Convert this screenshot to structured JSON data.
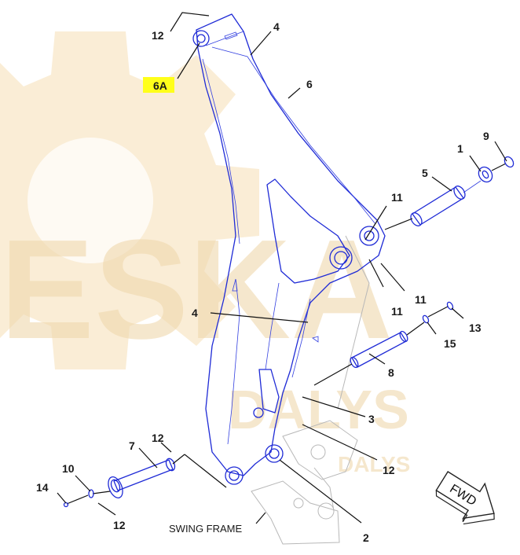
{
  "watermark": {
    "main": "ESKA",
    "sub": "DALYS",
    "sub2": "DALYS"
  },
  "callouts": [
    {
      "id": "c12a",
      "text": "12"
    },
    {
      "id": "c6a",
      "text": "6A"
    },
    {
      "id": "c4a",
      "text": "4"
    },
    {
      "id": "c6",
      "text": "6"
    },
    {
      "id": "c9",
      "text": "9"
    },
    {
      "id": "c1",
      "text": "1"
    },
    {
      "id": "c5",
      "text": "5"
    },
    {
      "id": "c11a",
      "text": "11"
    },
    {
      "id": "c11b",
      "text": "11"
    },
    {
      "id": "c11c",
      "text": "11"
    },
    {
      "id": "c13",
      "text": "13"
    },
    {
      "id": "c15",
      "text": "15"
    },
    {
      "id": "c4b",
      "text": "4"
    },
    {
      "id": "c8",
      "text": "8"
    },
    {
      "id": "c3",
      "text": "3"
    },
    {
      "id": "c12b",
      "text": "12"
    },
    {
      "id": "c7",
      "text": "7"
    },
    {
      "id": "c12c",
      "text": "12"
    },
    {
      "id": "c10",
      "text": "10"
    },
    {
      "id": "c14",
      "text": "14"
    },
    {
      "id": "c12d",
      "text": "12"
    },
    {
      "id": "c2",
      "text": "2"
    }
  ],
  "swing_frame_label": "SWING FRAME",
  "fwd_label": "FWD",
  "highlight_color": "#ffff1a",
  "part_color": "#1f2bd6"
}
